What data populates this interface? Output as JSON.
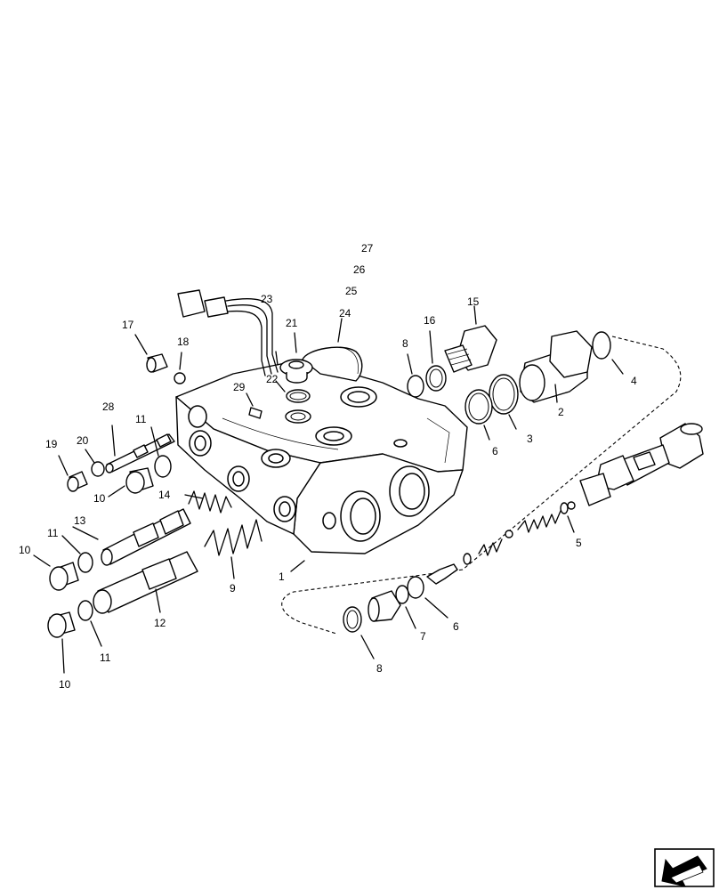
{
  "callouts": [
    "1",
    "2",
    "3",
    "4",
    "5",
    "6",
    "6",
    "7",
    "8",
    "8",
    "9",
    "10",
    "10",
    "10",
    "11",
    "11",
    "11",
    "12",
    "13",
    "14",
    "15",
    "16",
    "17",
    "18",
    "19",
    "20",
    "21",
    "22",
    "23",
    "24",
    "25",
    "26",
    "27",
    "28",
    "29"
  ],
  "nav_icon": "arrow-down-left-icon"
}
